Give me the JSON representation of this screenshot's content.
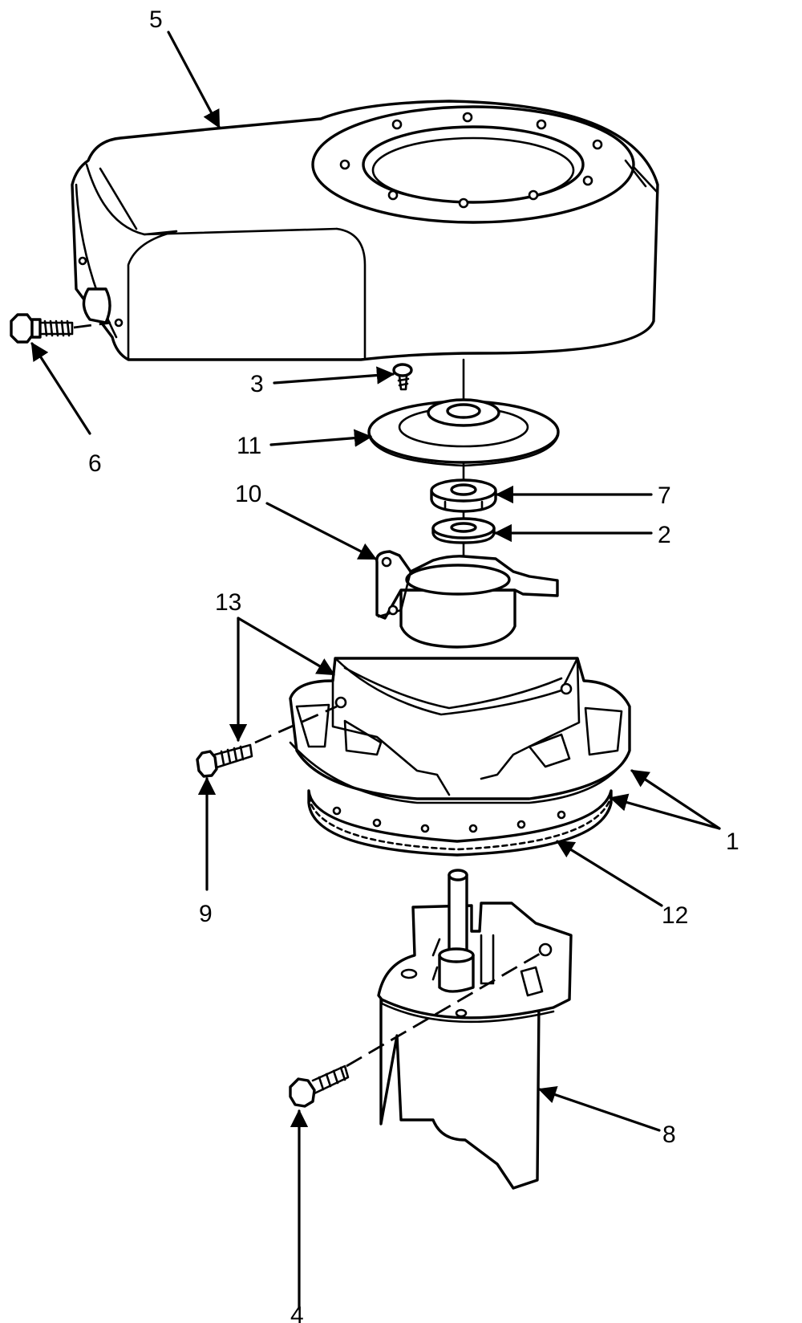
{
  "diagram": {
    "callouts": [
      {
        "id": "c1",
        "text": "1"
      },
      {
        "id": "c2",
        "text": "2"
      },
      {
        "id": "c3",
        "text": "3"
      },
      {
        "id": "c4",
        "text": "4"
      },
      {
        "id": "c5",
        "text": "5"
      },
      {
        "id": "c6",
        "text": "6"
      },
      {
        "id": "c7",
        "text": "7"
      },
      {
        "id": "c8",
        "text": "8"
      },
      {
        "id": "c9",
        "text": "9"
      },
      {
        "id": "c10",
        "text": "10"
      },
      {
        "id": "c11",
        "text": "11"
      },
      {
        "id": "c12",
        "text": "12"
      },
      {
        "id": "c13",
        "text": "13"
      }
    ]
  }
}
